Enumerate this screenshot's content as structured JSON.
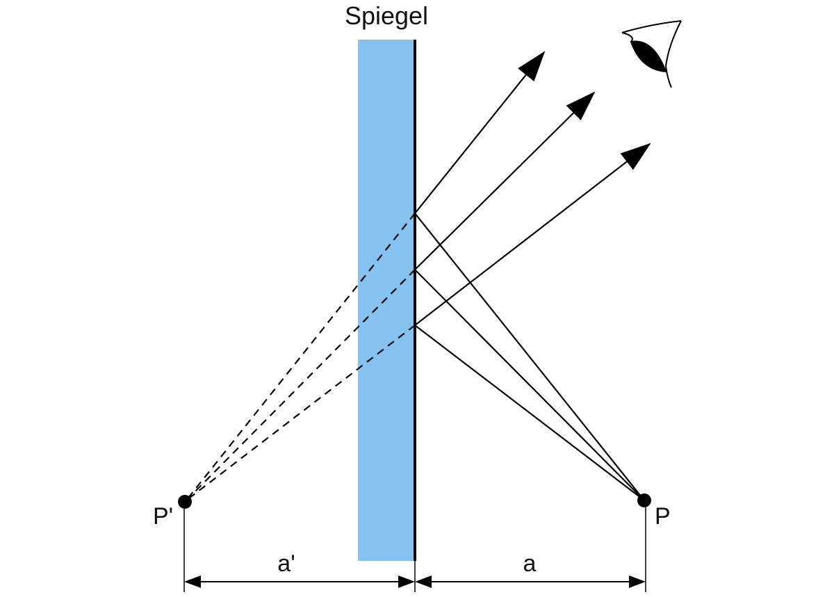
{
  "diagram": {
    "title": "Spiegel",
    "object_label": "P",
    "image_label": "P'",
    "object_distance_label": "a",
    "image_distance_label": "a'"
  },
  "colors": {
    "mirror_glass": "#85C2F0",
    "lines": "#000000",
    "background": "#ffffff"
  },
  "icons": {
    "observer": "eye-icon"
  }
}
